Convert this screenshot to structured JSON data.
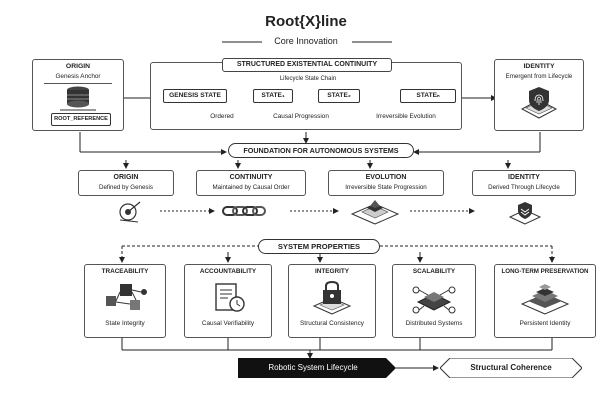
{
  "title": "Root{X}line",
  "subtitle": "Core Innovation",
  "top": {
    "origin_title": "ORIGIN",
    "origin_sub": "Genesis Anchor",
    "root_ref": "ROOT_REFERENCE",
    "continuity_title": "STRUCTURED EXISTENTIAL CONTINUITY",
    "chain_label": "Lifecycle State Chain",
    "states": [
      "GENESIS STATE",
      "STATE₁",
      "STATE₂",
      "STATEₙ"
    ],
    "ordered": "Ordered",
    "causal": "Causal Progression",
    "irreversible": "Irreversible Evolution",
    "identity_title": "IDENTITY",
    "identity_sub": "Emergent from Lifecycle"
  },
  "foundation": "FOUNDATION FOR AUTONOMOUS SYSTEMS",
  "pillars": [
    {
      "title": "ORIGIN",
      "sub": "Defined by Genesis",
      "icon": "genesis-target-icon"
    },
    {
      "title": "CONTINUITY",
      "sub": "Maintained by Causal Order",
      "icon": "chain-link-icon"
    },
    {
      "title": "EVOLUTION",
      "sub": "Irreversible State Progression",
      "icon": "layered-platform-icon"
    },
    {
      "title": "IDENTITY",
      "sub": "Derived Through Lifecycle",
      "icon": "shield-chevron-icon"
    }
  ],
  "system_properties": "SYSTEM PROPERTIES",
  "properties": [
    {
      "title": "TRACEABILITY",
      "sub": "State Integrity",
      "icon": "cubes-network-icon"
    },
    {
      "title": "ACCOUNTABILITY",
      "sub": "Causal Verifiability",
      "icon": "document-clock-icon"
    },
    {
      "title": "INTEGRITY",
      "sub": "Structural Consistency",
      "icon": "padlock-platform-icon"
    },
    {
      "title": "SCALABILITY",
      "sub": "Distributed Systems",
      "icon": "node-grid-icon"
    },
    {
      "title": "LONG-TERM PRESERVATION",
      "sub": "Persistent Identity",
      "icon": "stacked-layers-icon"
    }
  ],
  "bottom": {
    "lifecycle": "Robotic System Lifecycle",
    "coherence": "Structural Coherence"
  }
}
